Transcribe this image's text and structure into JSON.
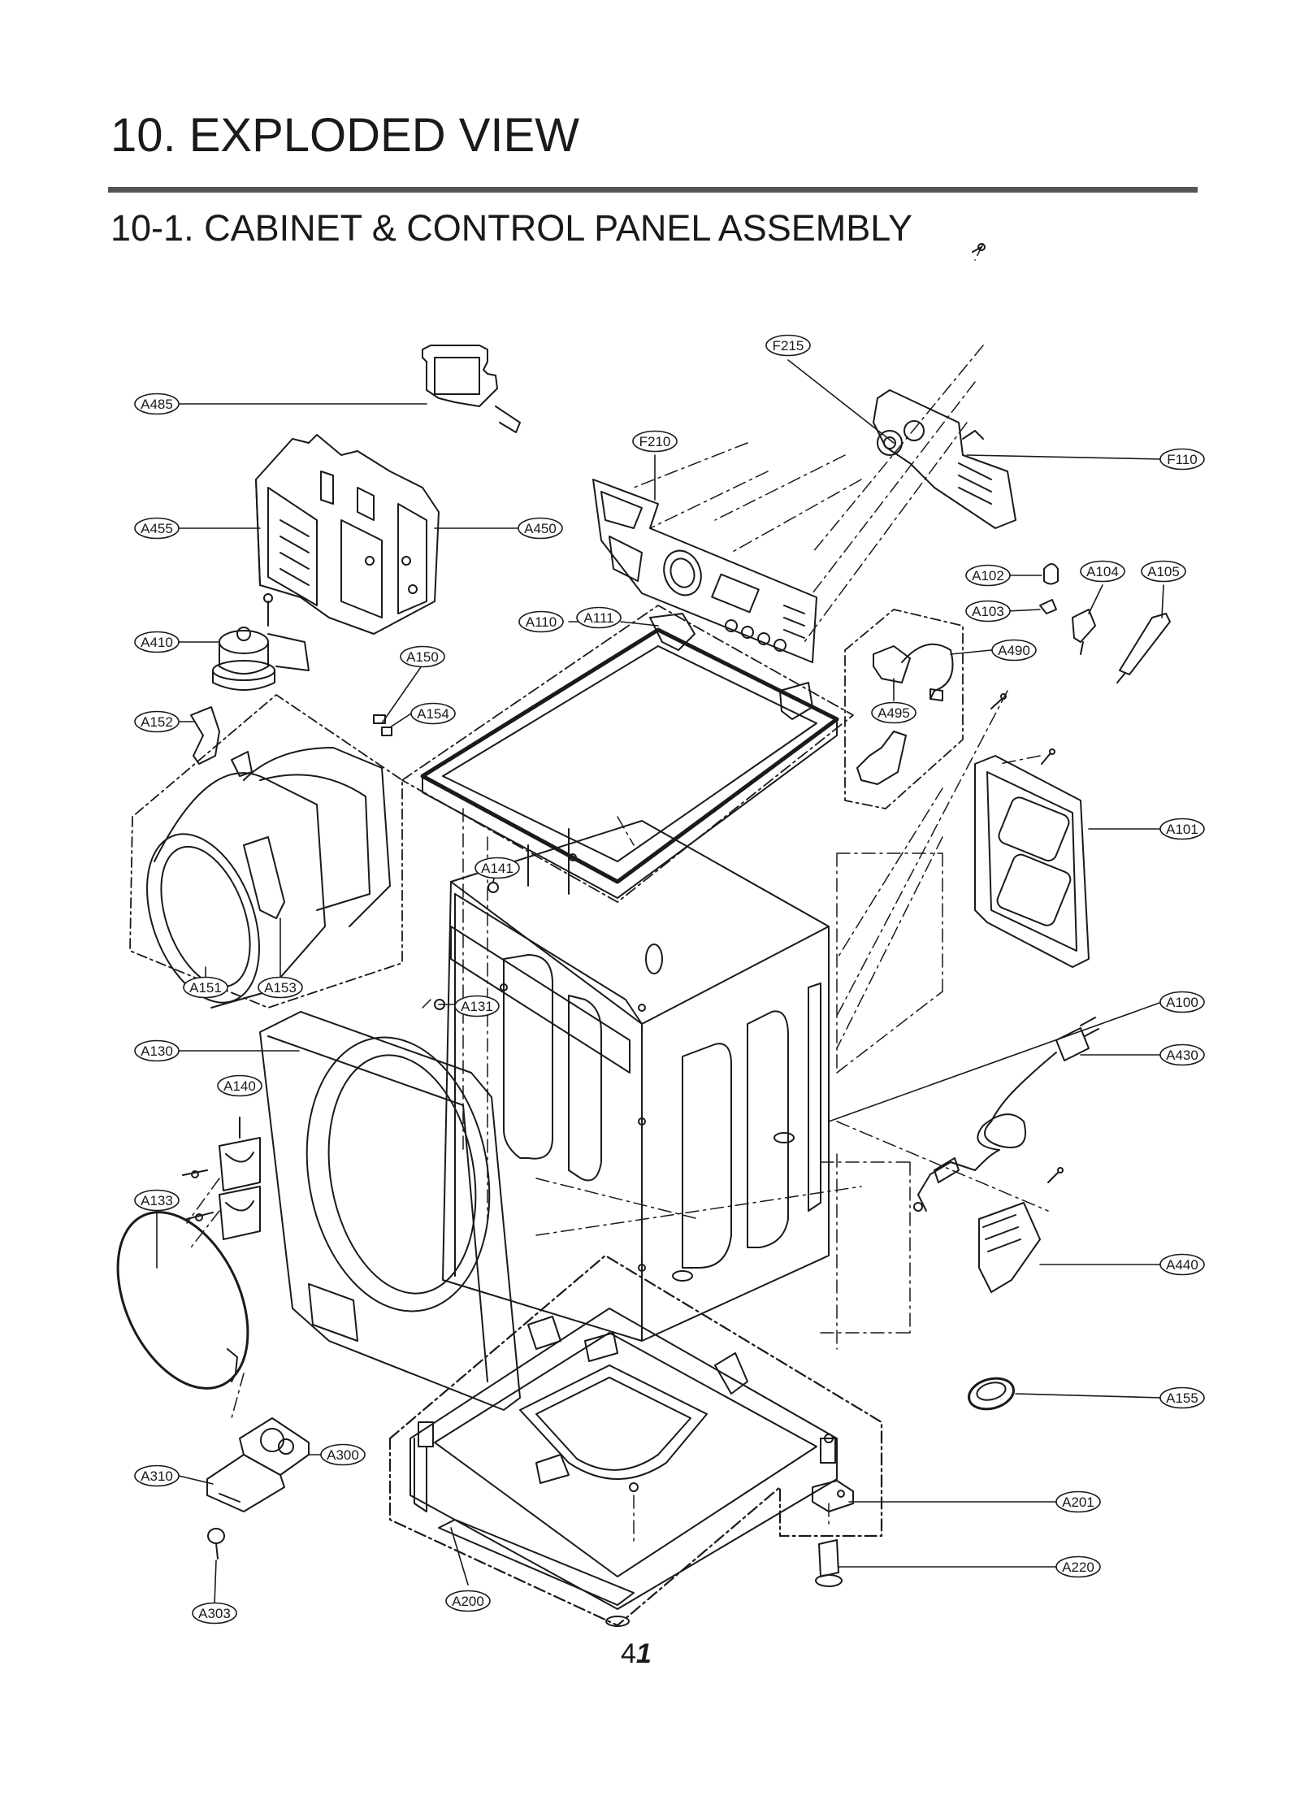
{
  "header": {
    "title": "10. EXPLODED VIEW",
    "subtitle": "10-1. CABINET  & CONTROL PANEL ASSEMBLY"
  },
  "page_number": {
    "normal": "4",
    "emphasis": "1"
  },
  "callouts": [
    "F215",
    "A485",
    "F210",
    "F110",
    "A455",
    "A450",
    "A102",
    "A104",
    "A105",
    "A103",
    "A410",
    "A110",
    "A111",
    "A490",
    "A150",
    "A495",
    "A152",
    "A154",
    "A101",
    "A141",
    "A151",
    "A153",
    "A100",
    "A131",
    "A130",
    "A430",
    "A140",
    "A133",
    "A440",
    "A155",
    "A300",
    "A310",
    "A201",
    "A220",
    "A200",
    "A303"
  ],
  "colors": {
    "ink": "#1a1a1a",
    "rule": "#555555",
    "paper": "#ffffff"
  }
}
